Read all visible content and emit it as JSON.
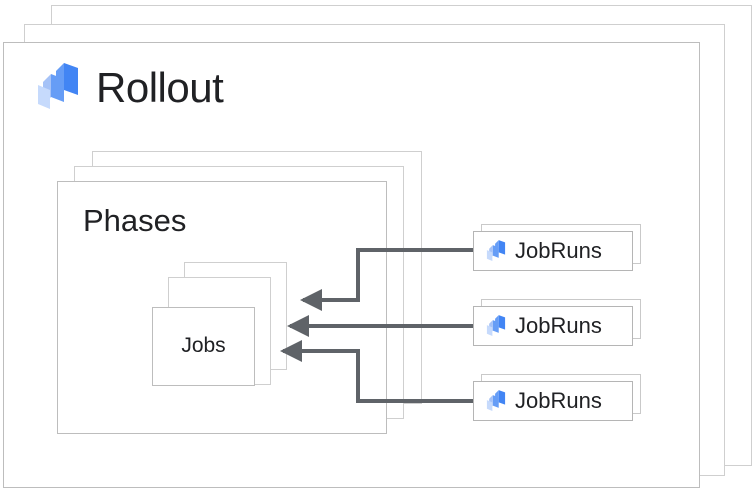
{
  "diagram": {
    "title": "Rollout",
    "logo_icon": "rollout-logo-icon",
    "colors": {
      "logo_dark_blue": "#4285f4",
      "logo_mid_blue": "#669df6",
      "logo_light_blue": "#c6dafc",
      "card_border": "#bdbdbd",
      "arrow": "#5f6368",
      "text": "#202124",
      "background": "#ffffff"
    },
    "phases": {
      "label": "Phases",
      "stack_count": 3
    },
    "jobs": {
      "label": "Jobs",
      "stack_count": 3
    },
    "jobruns": [
      {
        "label": "JobRuns",
        "icon": "rollout-logo-icon"
      },
      {
        "label": "JobRuns",
        "icon": "rollout-logo-icon"
      },
      {
        "label": "JobRuns",
        "icon": "rollout-logo-icon"
      }
    ],
    "rollout_stack_count": 3,
    "connections": [
      {
        "from": "JobRuns",
        "to": "Jobs",
        "style": "elbow-down"
      },
      {
        "from": "JobRuns",
        "to": "Jobs",
        "style": "straight"
      },
      {
        "from": "JobRuns",
        "to": "Jobs",
        "style": "elbow-up"
      }
    ]
  }
}
